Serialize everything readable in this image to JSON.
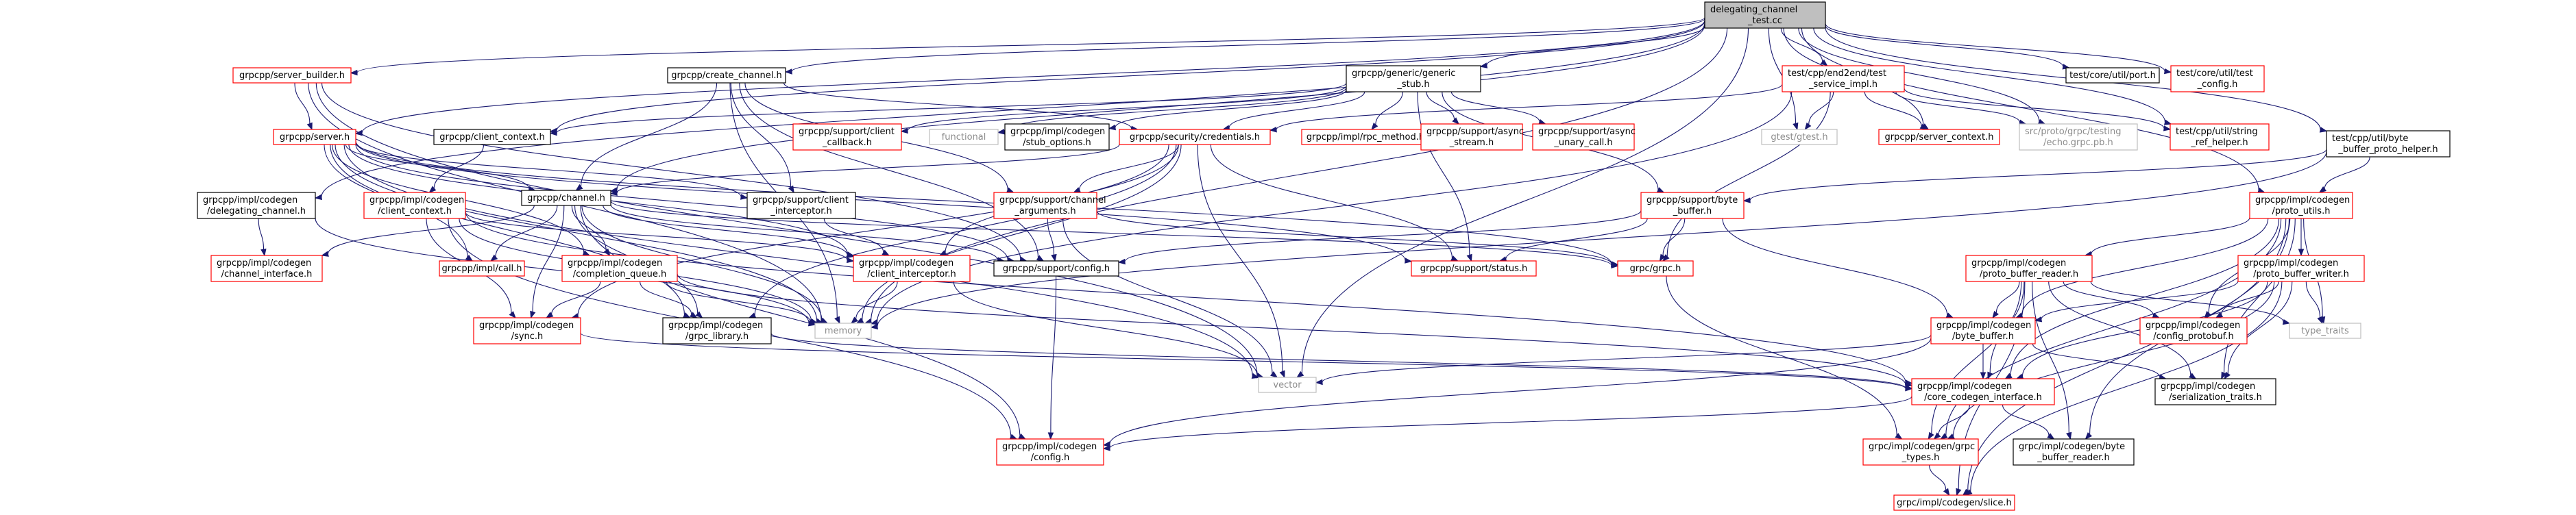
{
  "colors": {
    "edge": "#191970",
    "root_fill": "#bfbfbf",
    "root_border": "#000000",
    "documented_border": "#000000",
    "undocumented_border": "#ff0000",
    "external_border": "#bfbfbf",
    "external_text": "#8c8c8c",
    "text": "#000000"
  },
  "nodes": [
    {
      "id": "root",
      "lines": [
        "delegating_channel",
        "_test.cc"
      ],
      "kind": "root"
    },
    {
      "id": "server_builder",
      "lines": [
        "grpcpp/server_builder.h"
      ],
      "kind": "missing"
    },
    {
      "id": "create_channel",
      "lines": [
        "grpcpp/create_channel.h"
      ],
      "kind": "doc"
    },
    {
      "id": "generic_stub",
      "lines": [
        "grpcpp/generic/generic",
        "_stub.h"
      ],
      "kind": "doc"
    },
    {
      "id": "server_impl",
      "lines": [
        "test/cpp/end2end/test",
        "_service_impl.h"
      ],
      "kind": "missing"
    },
    {
      "id": "port",
      "lines": [
        "test/core/util/port.h"
      ],
      "kind": "doc"
    },
    {
      "id": "test_config",
      "lines": [
        "test/core/util/test",
        "_config.h"
      ],
      "kind": "missing"
    },
    {
      "id": "bbph",
      "lines": [
        "test/cpp/util/byte",
        "_buffer_proto_helper.h"
      ],
      "kind": "doc"
    },
    {
      "id": "server",
      "lines": [
        "grpcpp/server.h"
      ],
      "kind": "missing"
    },
    {
      "id": "client_context",
      "lines": [
        "grpcpp/client_context.h"
      ],
      "kind": "doc"
    },
    {
      "id": "client_callback",
      "lines": [
        "grpcpp/support/client",
        "_callback.h"
      ],
      "kind": "missing"
    },
    {
      "id": "functional",
      "lines": [
        "functional"
      ],
      "kind": "ext"
    },
    {
      "id": "stub_options",
      "lines": [
        "grpcpp/impl/codegen",
        "/stub_options.h"
      ],
      "kind": "doc"
    },
    {
      "id": "credentials",
      "lines": [
        "grpcpp/security/credentials.h"
      ],
      "kind": "missing"
    },
    {
      "id": "rpc_method",
      "lines": [
        "grpcpp/impl/rpc_method.h"
      ],
      "kind": "missing"
    },
    {
      "id": "async_stream",
      "lines": [
        "grpcpp/support/async",
        "_stream.h"
      ],
      "kind": "missing"
    },
    {
      "id": "async_unary",
      "lines": [
        "grpcpp/support/async",
        "_unary_call.h"
      ],
      "kind": "missing"
    },
    {
      "id": "gtest",
      "lines": [
        "gtest/gtest.h"
      ],
      "kind": "ext"
    },
    {
      "id": "server_context",
      "lines": [
        "grpcpp/server_context.h"
      ],
      "kind": "missing"
    },
    {
      "id": "echo_pb",
      "lines": [
        "src/proto/grpc/testing",
        "/echo.grpc.pb.h"
      ],
      "kind": "ext"
    },
    {
      "id": "string_ref",
      "lines": [
        "test/cpp/util/string",
        "_ref_helper.h"
      ],
      "kind": "missing"
    },
    {
      "id": "delegating_channel",
      "lines": [
        "grpcpp/impl/codegen",
        "/delegating_channel.h"
      ],
      "kind": "doc"
    },
    {
      "id": "cg_client_context",
      "lines": [
        "grpcpp/impl/codegen",
        "/client_context.h"
      ],
      "kind": "missing"
    },
    {
      "id": "channel",
      "lines": [
        "grpcpp/channel.h"
      ],
      "kind": "doc"
    },
    {
      "id": "client_interceptor",
      "lines": [
        "grpcpp/support/client",
        "_interceptor.h"
      ],
      "kind": "doc"
    },
    {
      "id": "channel_arguments",
      "lines": [
        "grpcpp/support/channel",
        "_arguments.h"
      ],
      "kind": "missing"
    },
    {
      "id": "byte_buffer",
      "lines": [
        "grpcpp/support/byte",
        "_buffer.h"
      ],
      "kind": "missing"
    },
    {
      "id": "proto_utils",
      "lines": [
        "grpcpp/impl/codegen",
        "/proto_utils.h"
      ],
      "kind": "missing"
    },
    {
      "id": "channel_interface",
      "lines": [
        "grpcpp/impl/codegen",
        "/channel_interface.h"
      ],
      "kind": "missing"
    },
    {
      "id": "call",
      "lines": [
        "grpcpp/impl/call.h"
      ],
      "kind": "missing"
    },
    {
      "id": "completion_queue",
      "lines": [
        "grpcpp/impl/codegen",
        "/completion_queue.h"
      ],
      "kind": "missing"
    },
    {
      "id": "cg_client_interceptor",
      "lines": [
        "grpcpp/impl/codegen",
        "/client_interceptor.h"
      ],
      "kind": "missing"
    },
    {
      "id": "support_config",
      "lines": [
        "grpcpp/support/config.h"
      ],
      "kind": "doc"
    },
    {
      "id": "status",
      "lines": [
        "grpcpp/support/status.h"
      ],
      "kind": "missing"
    },
    {
      "id": "grpc_h",
      "lines": [
        "grpc/grpc.h"
      ],
      "kind": "missing"
    },
    {
      "id": "proto_buffer_reader",
      "lines": [
        "grpcpp/impl/codegen",
        "/proto_buffer_reader.h"
      ],
      "kind": "missing"
    },
    {
      "id": "proto_buffer_writer",
      "lines": [
        "grpcpp/impl/codegen",
        "/proto_buffer_writer.h"
      ],
      "kind": "missing"
    },
    {
      "id": "sync",
      "lines": [
        "grpcpp/impl/codegen",
        "/sync.h"
      ],
      "kind": "missing"
    },
    {
      "id": "memory",
      "lines": [
        "memory"
      ],
      "kind": "ext"
    },
    {
      "id": "grpc_library",
      "lines": [
        "grpcpp/impl/codegen",
        "/grpc_library.h"
      ],
      "kind": "doc"
    },
    {
      "id": "cg_byte_buffer",
      "lines": [
        "grpcpp/impl/codegen",
        "/byte_buffer.h"
      ],
      "kind": "missing"
    },
    {
      "id": "config_protobuf",
      "lines": [
        "grpcpp/impl/codegen",
        "/config_protobuf.h"
      ],
      "kind": "missing"
    },
    {
      "id": "type_traits",
      "lines": [
        "type_traits"
      ],
      "kind": "ext"
    },
    {
      "id": "vector",
      "lines": [
        "vector"
      ],
      "kind": "ext"
    },
    {
      "id": "core_codegen_interface",
      "lines": [
        "grpcpp/impl/codegen",
        "/core_codegen_interface.h"
      ],
      "kind": "missing"
    },
    {
      "id": "serialization_traits",
      "lines": [
        "grpcpp/impl/codegen",
        "/serialization_traits.h"
      ],
      "kind": "doc"
    },
    {
      "id": "cg_config",
      "lines": [
        "grpcpp/impl/codegen",
        "/config.h"
      ],
      "kind": "missing"
    },
    {
      "id": "grpc_types",
      "lines": [
        "grpc/impl/codegen/grpc",
        "_types.h"
      ],
      "kind": "missing"
    },
    {
      "id": "byte_buffer_reader",
      "lines": [
        "grpc/impl/codegen/byte",
        "_buffer_reader.h"
      ],
      "kind": "doc"
    },
    {
      "id": "slice",
      "lines": [
        "grpc/impl/codegen/slice.h"
      ],
      "kind": "missing"
    }
  ],
  "edges": [
    [
      "root",
      "server_builder"
    ],
    [
      "root",
      "create_channel"
    ],
    [
      "root",
      "generic_stub"
    ],
    [
      "root",
      "server_impl"
    ],
    [
      "root",
      "port"
    ],
    [
      "root",
      "test_config"
    ],
    [
      "root",
      "bbph"
    ],
    [
      "root",
      "server"
    ],
    [
      "root",
      "client_context"
    ],
    [
      "root",
      "delegating_channel"
    ],
    [
      "root",
      "channel"
    ],
    [
      "root",
      "proto_utils"
    ],
    [
      "root",
      "string_ref"
    ],
    [
      "root",
      "echo_pb"
    ],
    [
      "root",
      "server_context"
    ],
    [
      "root",
      "gtest"
    ],
    [
      "root",
      "memory"
    ],
    [
      "root",
      "vector"
    ],
    [
      "server_builder",
      "server"
    ],
    [
      "server_builder",
      "memory"
    ],
    [
      "server_builder",
      "vector"
    ],
    [
      "server_builder",
      "support_config"
    ],
    [
      "create_channel",
      "channel"
    ],
    [
      "create_channel",
      "credentials"
    ],
    [
      "create_channel",
      "memory"
    ],
    [
      "create_channel",
      "client_interceptor"
    ],
    [
      "create_channel",
      "channel_arguments"
    ],
    [
      "create_channel",
      "support_config"
    ],
    [
      "generic_stub",
      "client_context"
    ],
    [
      "generic_stub",
      "functional"
    ],
    [
      "generic_stub",
      "stub_options"
    ],
    [
      "generic_stub",
      "credentials"
    ],
    [
      "generic_stub",
      "rpc_method"
    ],
    [
      "generic_stub",
      "async_stream"
    ],
    [
      "generic_stub",
      "async_unary"
    ],
    [
      "generic_stub",
      "byte_buffer"
    ],
    [
      "generic_stub",
      "status"
    ],
    [
      "generic_stub",
      "client_callback"
    ],
    [
      "server_impl",
      "credentials"
    ],
    [
      "server_impl",
      "server_context"
    ],
    [
      "server_impl",
      "echo_pb"
    ],
    [
      "server_impl",
      "string_ref"
    ],
    [
      "server_impl",
      "gtest"
    ],
    [
      "server_impl",
      "grpc_h"
    ],
    [
      "server_impl",
      "memory"
    ],
    [
      "bbph",
      "byte_buffer"
    ],
    [
      "bbph",
      "proto_utils"
    ],
    [
      "bbph",
      "memory"
    ],
    [
      "server",
      "channel"
    ],
    [
      "server",
      "call"
    ],
    [
      "server",
      "completion_queue"
    ],
    [
      "server",
      "cg_client_interceptor"
    ],
    [
      "server",
      "client_interceptor"
    ],
    [
      "server",
      "support_config"
    ],
    [
      "server",
      "status"
    ],
    [
      "server",
      "memory"
    ],
    [
      "server",
      "vector"
    ],
    [
      "server",
      "grpc_library"
    ],
    [
      "server",
      "grpc_h"
    ],
    [
      "client_context",
      "cg_client_context"
    ],
    [
      "credentials",
      "channel"
    ],
    [
      "credentials",
      "channel_arguments"
    ],
    [
      "credentials",
      "cg_client_interceptor"
    ],
    [
      "credentials",
      "grpc_library"
    ],
    [
      "credentials",
      "status"
    ],
    [
      "credentials",
      "memory"
    ],
    [
      "credentials",
      "vector"
    ],
    [
      "credentials",
      "sync"
    ],
    [
      "delegating_channel",
      "channel_interface"
    ],
    [
      "delegating_channel",
      "memory"
    ],
    [
      "cg_client_context",
      "sync"
    ],
    [
      "cg_client_context",
      "cg_client_interceptor"
    ],
    [
      "cg_client_context",
      "memory"
    ],
    [
      "cg_client_context",
      "cg_config"
    ],
    [
      "cg_client_context",
      "core_codegen_interface"
    ],
    [
      "channel",
      "channel_interface"
    ],
    [
      "channel",
      "call"
    ],
    [
      "channel",
      "completion_queue"
    ],
    [
      "channel",
      "cg_client_interceptor"
    ],
    [
      "channel",
      "support_config"
    ],
    [
      "channel",
      "memory"
    ],
    [
      "channel",
      "grpc_library"
    ],
    [
      "channel",
      "sync"
    ],
    [
      "channel",
      "grpc_h"
    ],
    [
      "channel",
      "cg_config"
    ],
    [
      "client_interceptor",
      "cg_client_interceptor"
    ],
    [
      "channel_arguments",
      "support_config"
    ],
    [
      "channel_arguments",
      "grpc_h"
    ],
    [
      "channel_arguments",
      "vector"
    ],
    [
      "byte_buffer",
      "cg_byte_buffer"
    ],
    [
      "byte_buffer",
      "grpc_h"
    ],
    [
      "byte_buffer",
      "status"
    ],
    [
      "byte_buffer",
      "support_config"
    ],
    [
      "proto_utils",
      "proto_buffer_reader"
    ],
    [
      "proto_utils",
      "proto_buffer_writer"
    ],
    [
      "proto_utils",
      "cg_byte_buffer"
    ],
    [
      "proto_utils",
      "config_protobuf"
    ],
    [
      "proto_utils",
      "type_traits"
    ],
    [
      "proto_utils",
      "core_codegen_interface"
    ],
    [
      "proto_utils",
      "serialization_traits"
    ],
    [
      "proto_utils",
      "byte_buffer_reader"
    ],
    [
      "proto_utils",
      "slice"
    ],
    [
      "proto_utils",
      "grpc_types"
    ],
    [
      "completion_queue",
      "sync"
    ],
    [
      "completion_queue",
      "grpc_library"
    ],
    [
      "completion_queue",
      "core_codegen_interface"
    ],
    [
      "completion_queue",
      "memory"
    ],
    [
      "cg_client_interceptor",
      "memory"
    ],
    [
      "cg_client_interceptor",
      "vector"
    ],
    [
      "support_config",
      "cg_config"
    ],
    [
      "grpc_h",
      "grpc_types"
    ],
    [
      "sync",
      "core_codegen_interface"
    ],
    [
      "grpc_library",
      "core_codegen_interface"
    ],
    [
      "proto_buffer_reader",
      "cg_byte_buffer"
    ],
    [
      "proto_buffer_reader",
      "config_protobuf"
    ],
    [
      "proto_buffer_reader",
      "type_traits"
    ],
    [
      "proto_buffer_reader",
      "core_codegen_interface"
    ],
    [
      "proto_buffer_reader",
      "serialization_traits"
    ],
    [
      "proto_buffer_reader",
      "byte_buffer_reader"
    ],
    [
      "proto_buffer_reader",
      "grpc_types"
    ],
    [
      "proto_buffer_reader",
      "slice"
    ],
    [
      "proto_buffer_writer",
      "cg_byte_buffer"
    ],
    [
      "proto_buffer_writer",
      "config_protobuf"
    ],
    [
      "proto_buffer_writer",
      "type_traits"
    ],
    [
      "proto_buffer_writer",
      "core_codegen_interface"
    ],
    [
      "proto_buffer_writer",
      "serialization_traits"
    ],
    [
      "proto_buffer_writer",
      "grpc_types"
    ],
    [
      "proto_buffer_writer",
      "slice"
    ],
    [
      "cg_byte_buffer",
      "core_codegen_interface"
    ],
    [
      "cg_byte_buffer",
      "serialization_traits"
    ],
    [
      "cg_byte_buffer",
      "vector"
    ],
    [
      "cg_byte_buffer",
      "cg_config"
    ],
    [
      "core_codegen_interface",
      "cg_config"
    ],
    [
      "core_codegen_interface",
      "grpc_types"
    ],
    [
      "core_codegen_interface",
      "byte_buffer_reader"
    ],
    [
      "grpc_types",
      "slice"
    ]
  ]
}
